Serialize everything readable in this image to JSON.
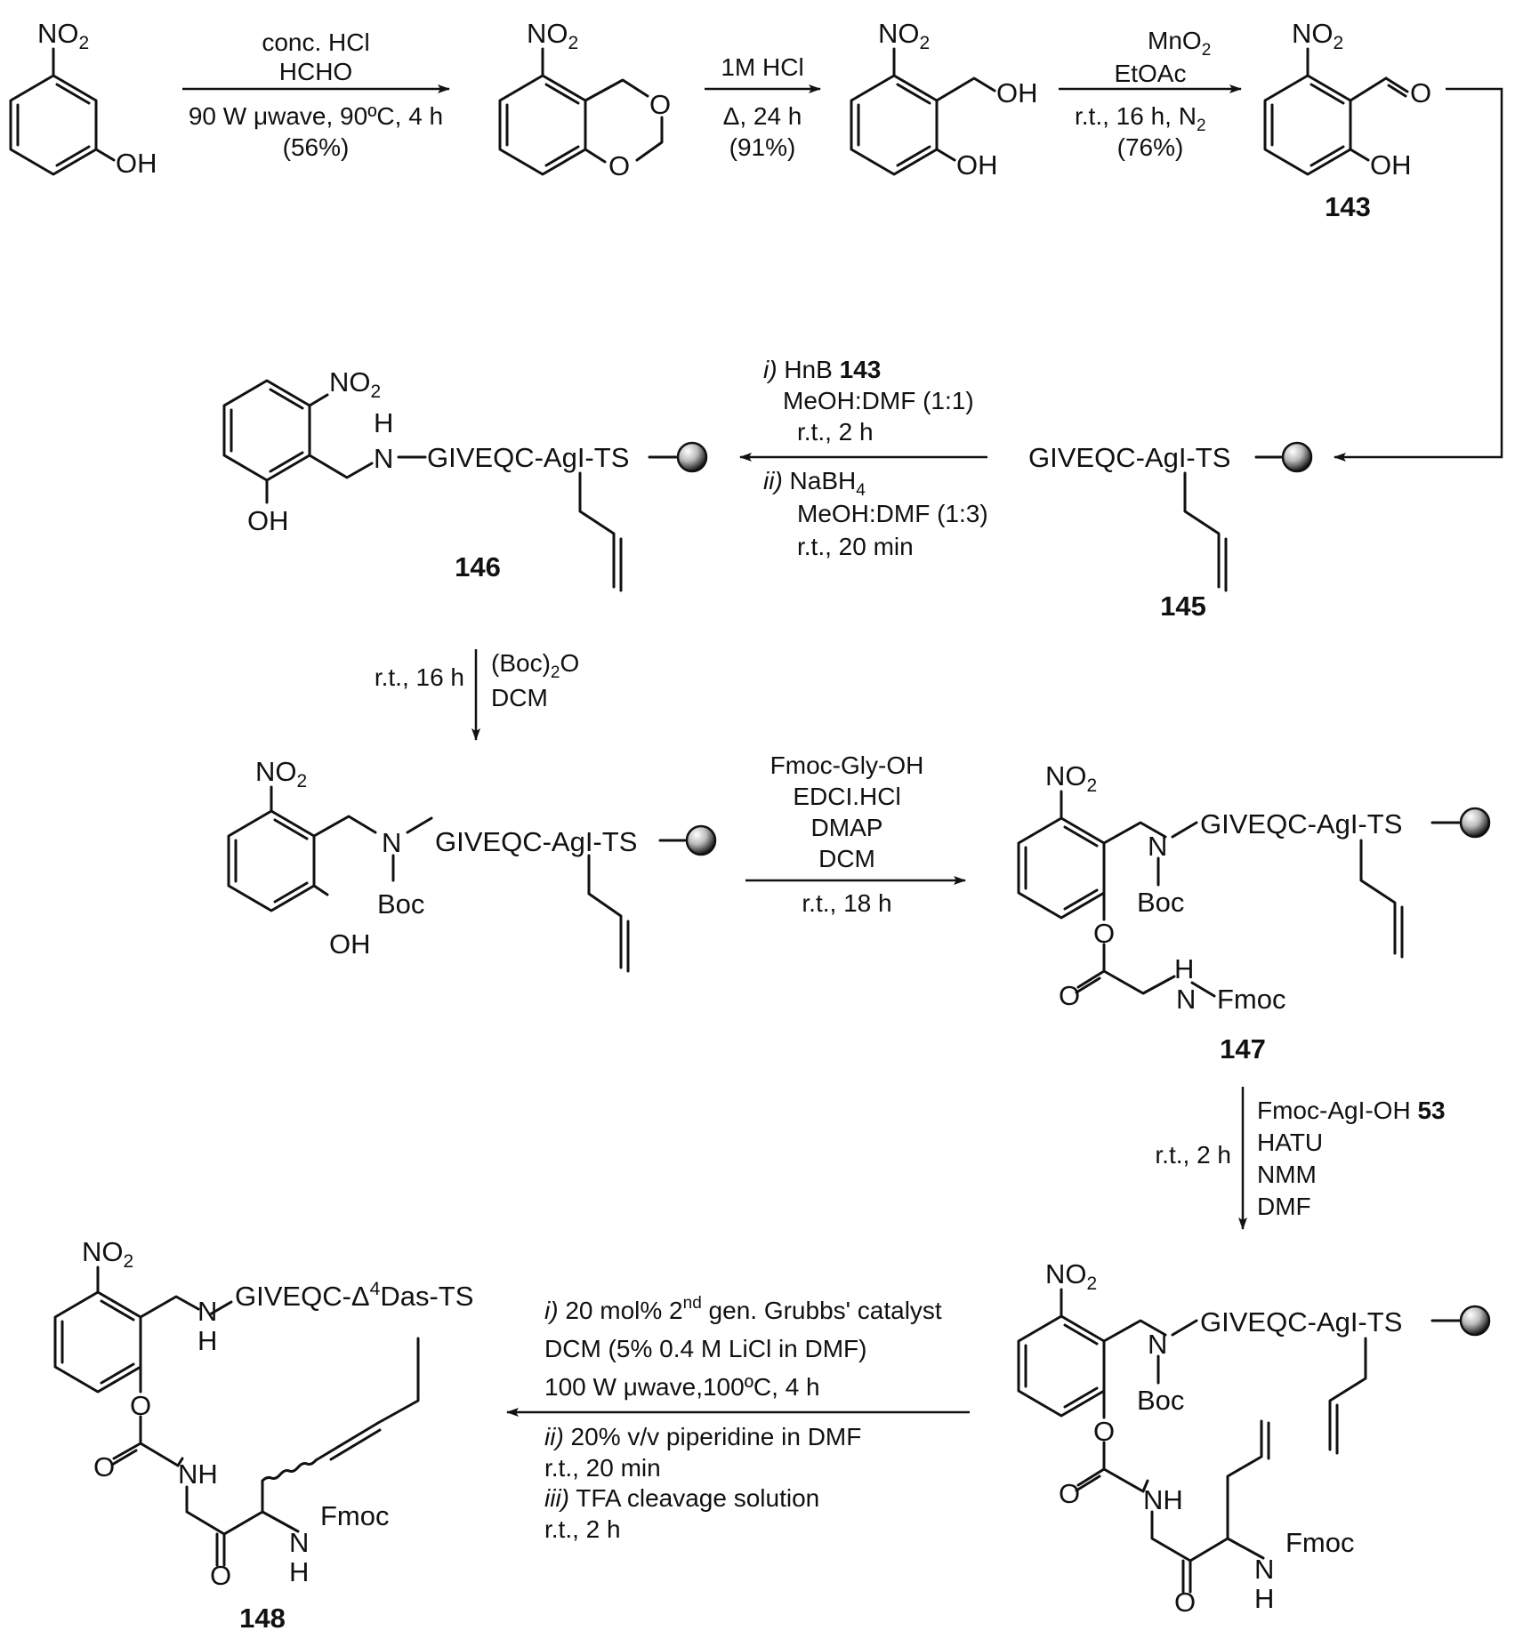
{
  "compounds": {
    "no2": "NO",
    "no2_sub": "2",
    "oh": "OH",
    "o": "O",
    "h": "H",
    "n": "N",
    "nh": "NH",
    "boc": "Boc",
    "fmoc": "Fmoc",
    "peptide": "GIVEQC-AgI-TS",
    "peptide_final": "GIVEQC-",
    "delta": "Δ",
    "delta_sup": "4",
    "das": "Das-TS",
    "c143": "143",
    "c145": "145",
    "c146": "146",
    "c147": "147",
    "c148": "148"
  },
  "steps": {
    "s1": {
      "l1": "conc. HCl",
      "l2": "HCHO",
      "l3": "90 W μwave, 90ºC, 4 h",
      "l4": "(56%)"
    },
    "s2": {
      "l1": "1M HCl",
      "l2": "Δ, 24 h",
      "l3": "(91%)"
    },
    "s3": {
      "l1a": "MnO",
      "l1sub": "2",
      "l2": "EtOAc",
      "l3a": "r.t., 16 h, N",
      "l3sub": "2",
      "l4": "(76%)"
    },
    "s4": {
      "i": "i)",
      "l1": " HnB ",
      "l1b": "143",
      "l2": "MeOH:DMF (1:1)",
      "l3": "r.t., 2 h",
      "ii": "ii)",
      "l4a": " NaBH",
      "l4sub": "4",
      "l5": "MeOH:DMF (1:3)",
      "l6": "r.t., 20 min"
    },
    "s5": {
      "left": "r.t., 16 h",
      "r1a": "(Boc)",
      "r1sub": "2",
      "r1b": "O",
      "r2": "DCM"
    },
    "s6": {
      "l1": "Fmoc-Gly-OH",
      "l2": "EDCI.HCl",
      "l3": "DMAP",
      "l4": "DCM",
      "l5": "r.t., 18 h"
    },
    "s7": {
      "left": "r.t., 2 h",
      "r1": "Fmoc-AgI-OH ",
      "r1b": "53",
      "r2": "HATU",
      "r3": "NMM",
      "r4": "DMF"
    },
    "s8": {
      "i": "i)",
      "l1a": " 20 mol% 2",
      "l1sup": "nd",
      "l1b": " gen. Grubbs' catalyst",
      "l2": "DCM (5% 0.4 M LiCl in DMF)",
      "l3": "100 W μwave,100ºC, 4 h",
      "ii": "ii)",
      "l4": " 20% v/v piperidine in DMF",
      "l5": "r.t., 20 min",
      "iii": "iii)",
      "l6": " TFA cleavage solution",
      "l7": "r.t., 2 h"
    }
  },
  "colors": {
    "ink": "#111111",
    "bead_light": "#ffffff",
    "bead_dark": "#000000"
  }
}
